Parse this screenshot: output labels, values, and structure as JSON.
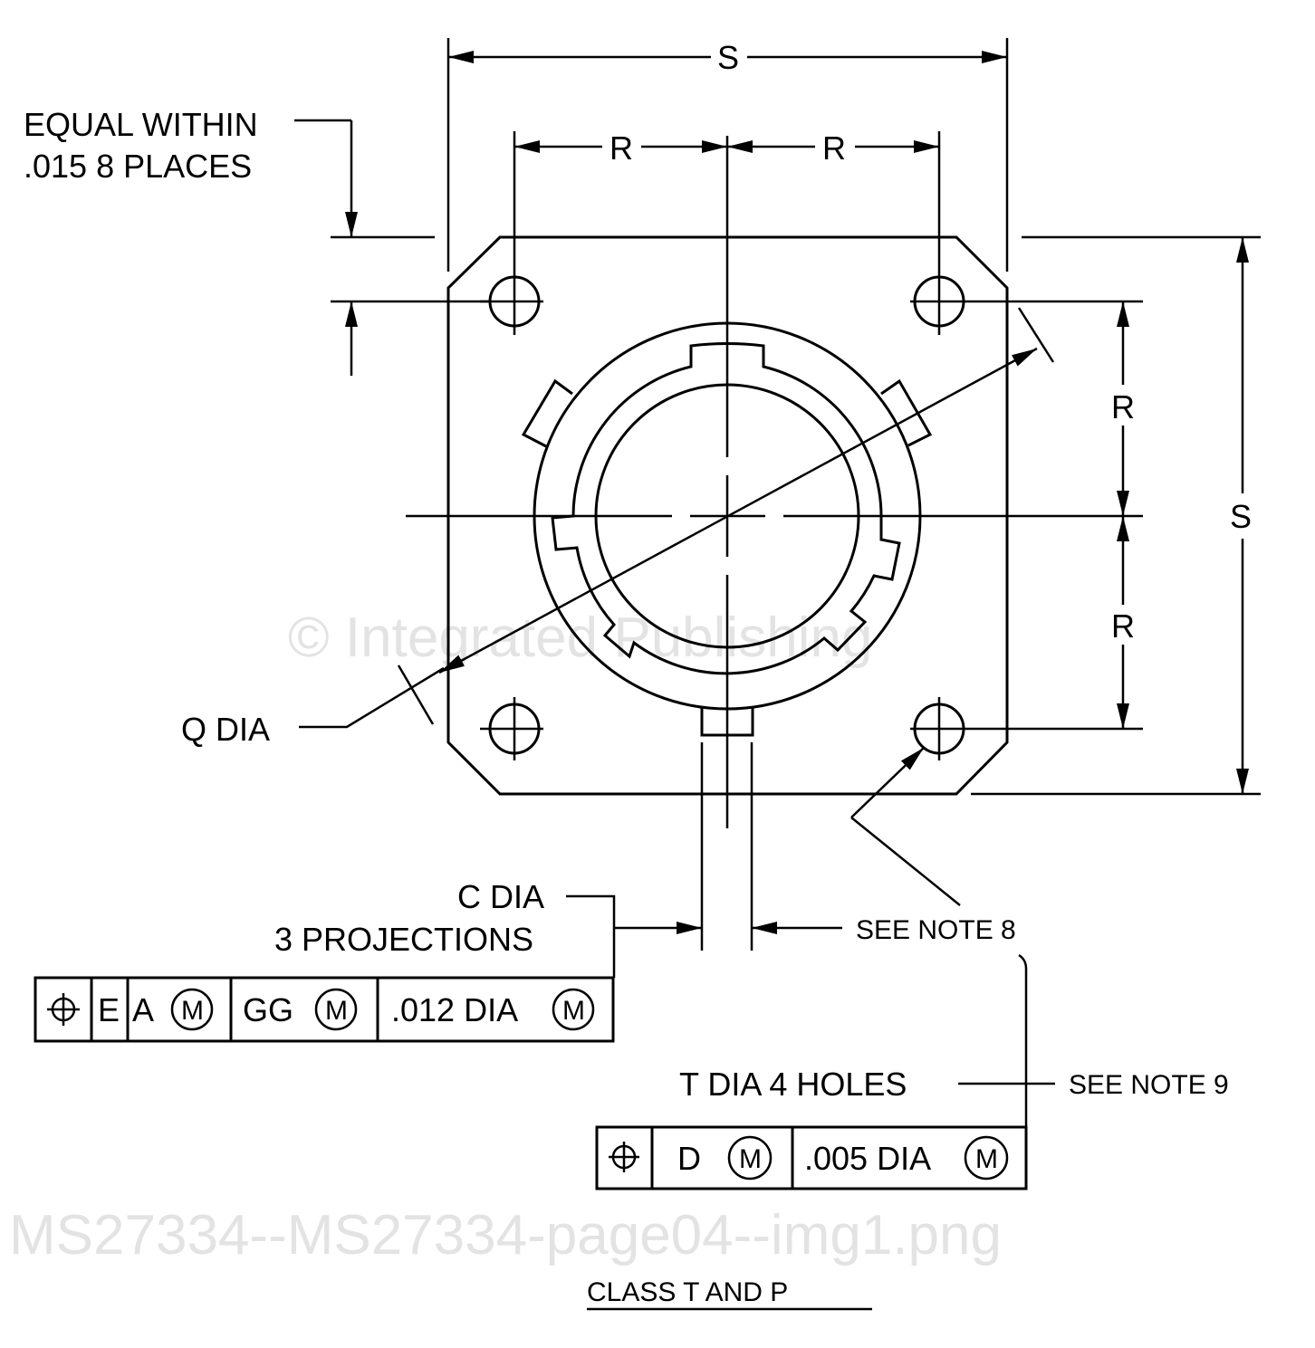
{
  "labels": {
    "s_top": "S",
    "r_left": "R",
    "r_right": "R",
    "s_right": "S",
    "r_upper": "R",
    "r_lower": "R",
    "equal_within_1": "EQUAL WITHIN",
    "equal_within_2": ".015  8 PLACES",
    "q_dia": "Q  DIA",
    "c_dia": "C  DIA",
    "projections": "3 PROJECTIONS",
    "see_note_8": "SEE NOTE 8",
    "t_dia": "T  DIA 4 HOLES",
    "see_note_9": "SEE NOTE 9",
    "caption": "CLASS  T AND P"
  },
  "fcf1": {
    "datum1": "E",
    "datum2": "A",
    "datum3": "GG",
    "tolerance": ".012 DIA",
    "modifier": "M"
  },
  "fcf2": {
    "datum": "D",
    "tolerance": ".005 DIA",
    "modifier": "M"
  },
  "watermark": {
    "line1": "© Integrated Publishing",
    "line2": "MS27334--MS27334-page04--img1.png"
  }
}
